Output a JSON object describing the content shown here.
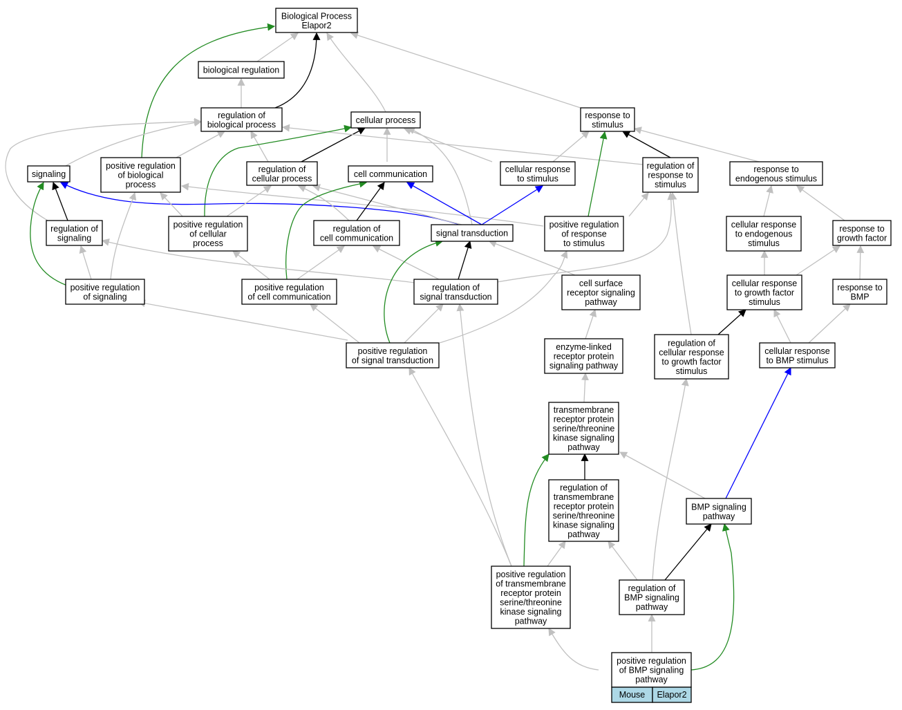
{
  "colors": {
    "is_a": "#c0c0c0",
    "part_of": "#000000",
    "positively_regulates": "#228b22",
    "regulates": "#0000ff",
    "legend_fill": "#add8e6"
  },
  "nodes": {
    "bp": {
      "lines": [
        "Biological Process",
        "Elapor2"
      ]
    },
    "bioreg": {
      "lines": [
        "biological regulation"
      ]
    },
    "regbio": {
      "lines": [
        "regulation of",
        "biological process"
      ]
    },
    "cellproc": {
      "lines": [
        "cellular process"
      ]
    },
    "resp": {
      "lines": [
        "response to",
        "stimulus"
      ]
    },
    "signaling": {
      "lines": [
        "signaling"
      ]
    },
    "posregbio": {
      "lines": [
        "positive regulation",
        "of biological",
        "process"
      ]
    },
    "regcell": {
      "lines": [
        "regulation of",
        "cellular process"
      ]
    },
    "cellcomm": {
      "lines": [
        "cell communication"
      ]
    },
    "cellresp": {
      "lines": [
        "cellular response",
        "to stimulus"
      ]
    },
    "regresp": {
      "lines": [
        "regulation of",
        "response to",
        "stimulus"
      ]
    },
    "endo": {
      "lines": [
        "response to",
        "endogenous stimulus"
      ]
    },
    "regsig": {
      "lines": [
        "regulation of",
        "signaling"
      ]
    },
    "posregcell": {
      "lines": [
        "positive regulation",
        "of cellular",
        "process"
      ]
    },
    "regcellcomm": {
      "lines": [
        "regulation of",
        "cell communication"
      ]
    },
    "sigtrans": {
      "lines": [
        "signal transduction"
      ]
    },
    "posregresp": {
      "lines": [
        "positive regulation",
        "of response",
        "to stimulus"
      ]
    },
    "cellrespendo": {
      "lines": [
        "cellular response",
        "to endogenous",
        "stimulus"
      ]
    },
    "respgf": {
      "lines": [
        "response to",
        "growth factor"
      ]
    },
    "posregsig": {
      "lines": [
        "positive regulation",
        "of signaling"
      ]
    },
    "posregcellcomm": {
      "lines": [
        "positive regulation",
        "of cell communication"
      ]
    },
    "regsigtrans": {
      "lines": [
        "regulation of",
        "signal transduction"
      ]
    },
    "cellsurf": {
      "lines": [
        "cell surface",
        "receptor signaling",
        "pathway"
      ]
    },
    "cellrespgf": {
      "lines": [
        "cellular response",
        "to growth factor",
        "stimulus"
      ]
    },
    "respbmp": {
      "lines": [
        "response to",
        "BMP"
      ]
    },
    "posregsigtrans": {
      "lines": [
        "positive regulation",
        "of signal transduction"
      ]
    },
    "enzyme": {
      "lines": [
        "enzyme-linked",
        "receptor protein",
        "signaling pathway"
      ]
    },
    "regcellrespgf": {
      "lines": [
        "regulation of",
        "cellular response",
        "to growth factor",
        "stimulus"
      ]
    },
    "cellrespbmp": {
      "lines": [
        "cellular response",
        "to BMP stimulus"
      ]
    },
    "tmrpsk": {
      "lines": [
        "transmembrane",
        "receptor protein",
        "serine/threonine",
        "kinase signaling",
        "pathway"
      ]
    },
    "regtmrpsk": {
      "lines": [
        "regulation of",
        "transmembrane",
        "receptor protein",
        "serine/threonine",
        "kinase signaling",
        "pathway"
      ]
    },
    "bmpsig": {
      "lines": [
        "BMP signaling",
        "pathway"
      ]
    },
    "posregtmrpsk": {
      "lines": [
        "positive regulation",
        "of transmembrane",
        "receptor protein",
        "serine/threonine",
        "kinase signaling",
        "pathway"
      ]
    },
    "regbmp": {
      "lines": [
        "regulation of",
        "BMP signaling",
        "pathway"
      ]
    },
    "posregbmp": {
      "lines": [
        "positive regulation",
        "of BMP signaling",
        "pathway"
      ]
    }
  },
  "legend": {
    "species": "Mouse",
    "gene": "Elapor2"
  }
}
